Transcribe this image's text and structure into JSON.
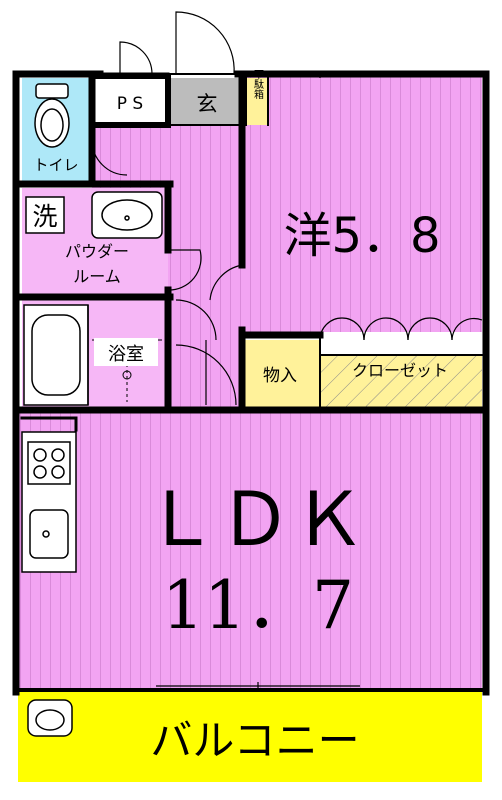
{
  "rooms": {
    "ps": "P S",
    "entrance": "玄",
    "shoe_box": "下駄箱",
    "toilet": "トイレ",
    "washroom_mark": "洗",
    "powder_room": [
      "パウダー",
      "ルーム"
    ],
    "bathroom": "浴室",
    "western_room": "洋5．8",
    "storage": "物入",
    "closet": "クローゼット",
    "ldk_name": "ＬＤＫ",
    "ldk_size": "11．7",
    "balcony": "バルコニー"
  },
  "colors": {
    "floor_pink": "#f2a4f2",
    "floor_stripe": "#c070c0",
    "wet_area_pink": "#f6b7f6",
    "toilet_blue": "#aee8f8",
    "entrance_gray": "#bcbcbc",
    "storage_yellow": "#fff29a",
    "balcony_yellow": "#ffff00",
    "wall": "#000000"
  }
}
